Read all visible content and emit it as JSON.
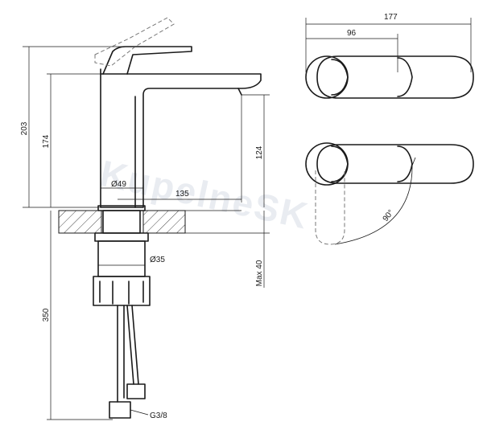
{
  "watermark": "KupelneSK",
  "side_view": {
    "total_height": "203",
    "body_height": "174",
    "spout_clearance": "124",
    "spout_reach": "135",
    "base_diameter": "Ø49",
    "shank_diameter": "Ø35",
    "max_countertop": "Max 40",
    "hose_length": "350",
    "hose_thread": "G3/8"
  },
  "top_view": {
    "total_length": "177",
    "handle_length": "96",
    "rotation_angle": "90°"
  }
}
